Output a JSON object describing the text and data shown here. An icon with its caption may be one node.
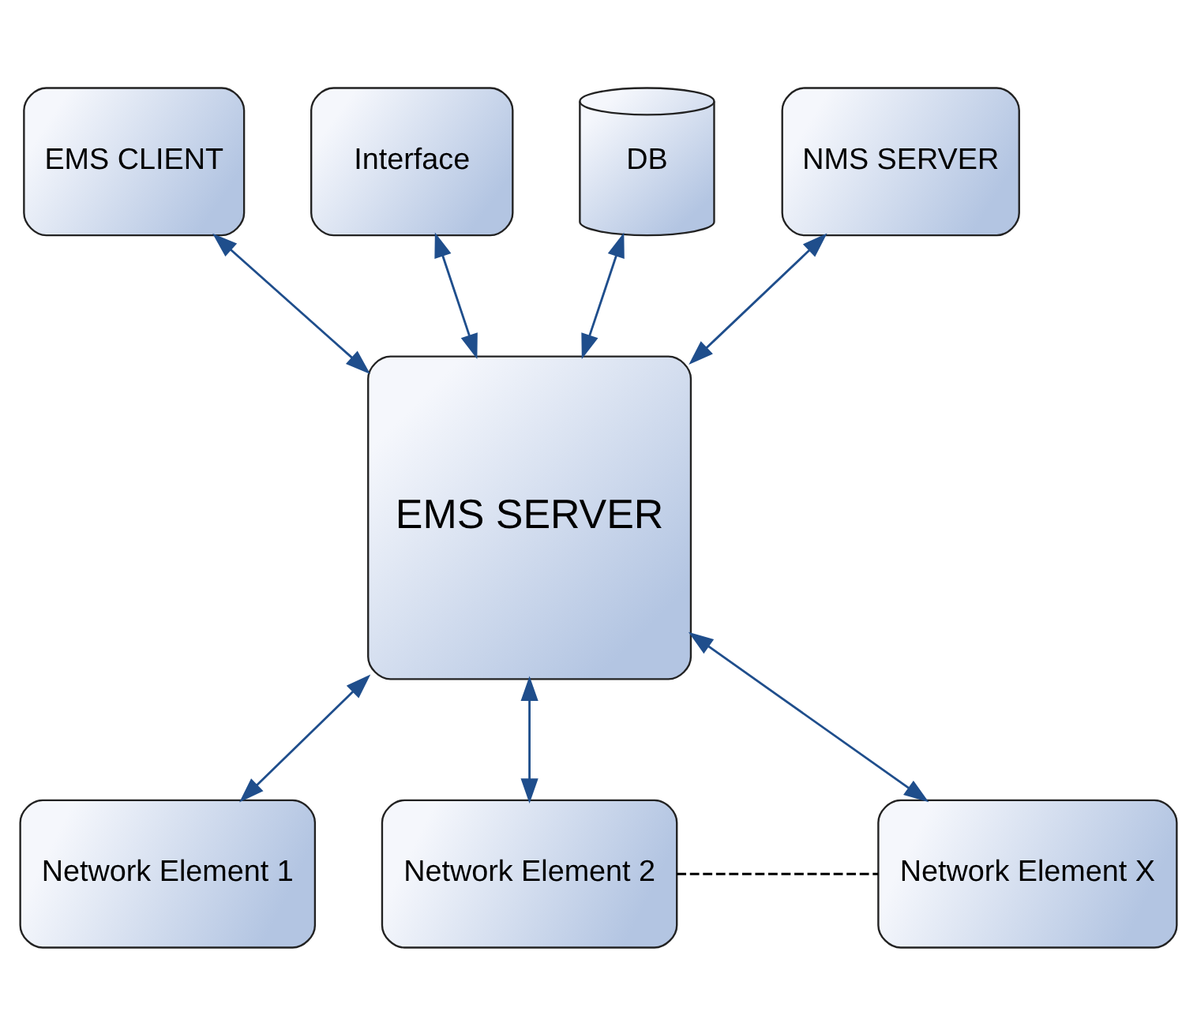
{
  "diagram": {
    "nodes": [
      {
        "text": [
          "EMS CLIENT"
        ]
      },
      {
        "text": [
          "Interface"
        ]
      },
      {
        "text": [
          "DB"
        ]
      },
      {
        "text": [
          "NMS SERVER"
        ]
      },
      {
        "text": [
          "EMS SERVER"
        ]
      },
      {
        "text": [
          "Network Element 1"
        ]
      },
      {
        "text": [
          "Network Element 2"
        ]
      },
      {
        "text": [
          "Network Element X"
        ]
      }
    ],
    "edges": [
      {
        "from": 0,
        "to": 4,
        "arrow": "both"
      },
      {
        "from": 1,
        "to": 4,
        "arrow": "both"
      },
      {
        "from": 2,
        "to": 4,
        "arrow": "both"
      },
      {
        "from": 3,
        "to": 4,
        "arrow": "both"
      },
      {
        "from": 4,
        "to": 5,
        "arrow": "both"
      },
      {
        "from": 4,
        "to": 6,
        "arrow": "both"
      },
      {
        "from": 4,
        "to": 7,
        "arrow": "both"
      },
      {
        "from": 6,
        "to": 7,
        "arrow": "none",
        "style": "dashed",
        "color": "#000000"
      }
    ]
  }
}
